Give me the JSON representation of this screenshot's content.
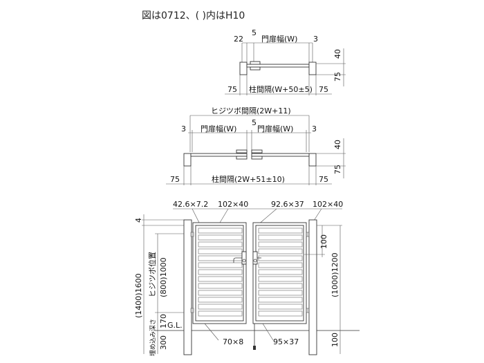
{
  "caption": "図は0712、( )内はH10",
  "top_plan": {
    "dim_22": "22",
    "dim_5": "5",
    "gate_width": "門扉幅(W)",
    "dim_3": "3",
    "dim_40": "40",
    "dim_75_right": "75",
    "post_left": "75",
    "post_spacing": "柱間隔(W+50±5)",
    "post_right": "75"
  },
  "mid_plan": {
    "hinge_spacing": "ヒジツボ間隔(2W+11)",
    "dim_3_left": "3",
    "gate_width_left": "門扉幅(W)",
    "dim_5": "5",
    "gate_width_right": "門扉幅(W)",
    "dim_3_right": "3",
    "dim_40": "40",
    "dim_75_right": "75",
    "post_left": "75",
    "post_spacing": "柱間隔(2W+51±10)",
    "post_right": "75"
  },
  "elevation": {
    "label_42_6": "42.6×7.2",
    "label_102_left": "102×40",
    "label_92_6": "92.6×37",
    "label_102_right": "102×40",
    "dim_4": "4",
    "total_height": "(1400)1600",
    "hinge_position_label": "ヒジツボ位置",
    "hinge_position_value": "(800)1000",
    "dim_170": "170",
    "gl": "G.L.",
    "embed_label": "埋め込み深さ",
    "dim_300": "300",
    "dim_100_top": "100",
    "right_height": "(1000)1200",
    "dim_100_bottom": "100",
    "label_70x8": "70×8",
    "label_95x37": "95×37"
  }
}
